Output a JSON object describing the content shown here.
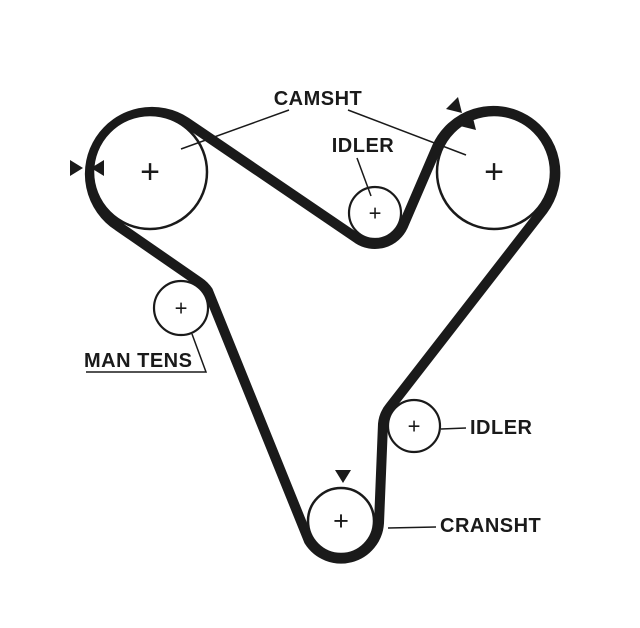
{
  "diagram": {
    "background": "#ffffff",
    "ink": "#1a1a1a",
    "labels": {
      "camshaft": "CAMSHT",
      "idler_top": "IDLER",
      "manual_tensioner": "MAN TENS",
      "idler_lower": "IDLER",
      "crankshaft": "CRANSHT"
    },
    "center_mark": "+",
    "icons": {
      "left_cam_marks": "opposing-solid-triangles",
      "right_cam_marks": "two-solid-triangles-pointing-down-right",
      "crankshaft_mark": "solid-triangle-pointing-down"
    }
  }
}
